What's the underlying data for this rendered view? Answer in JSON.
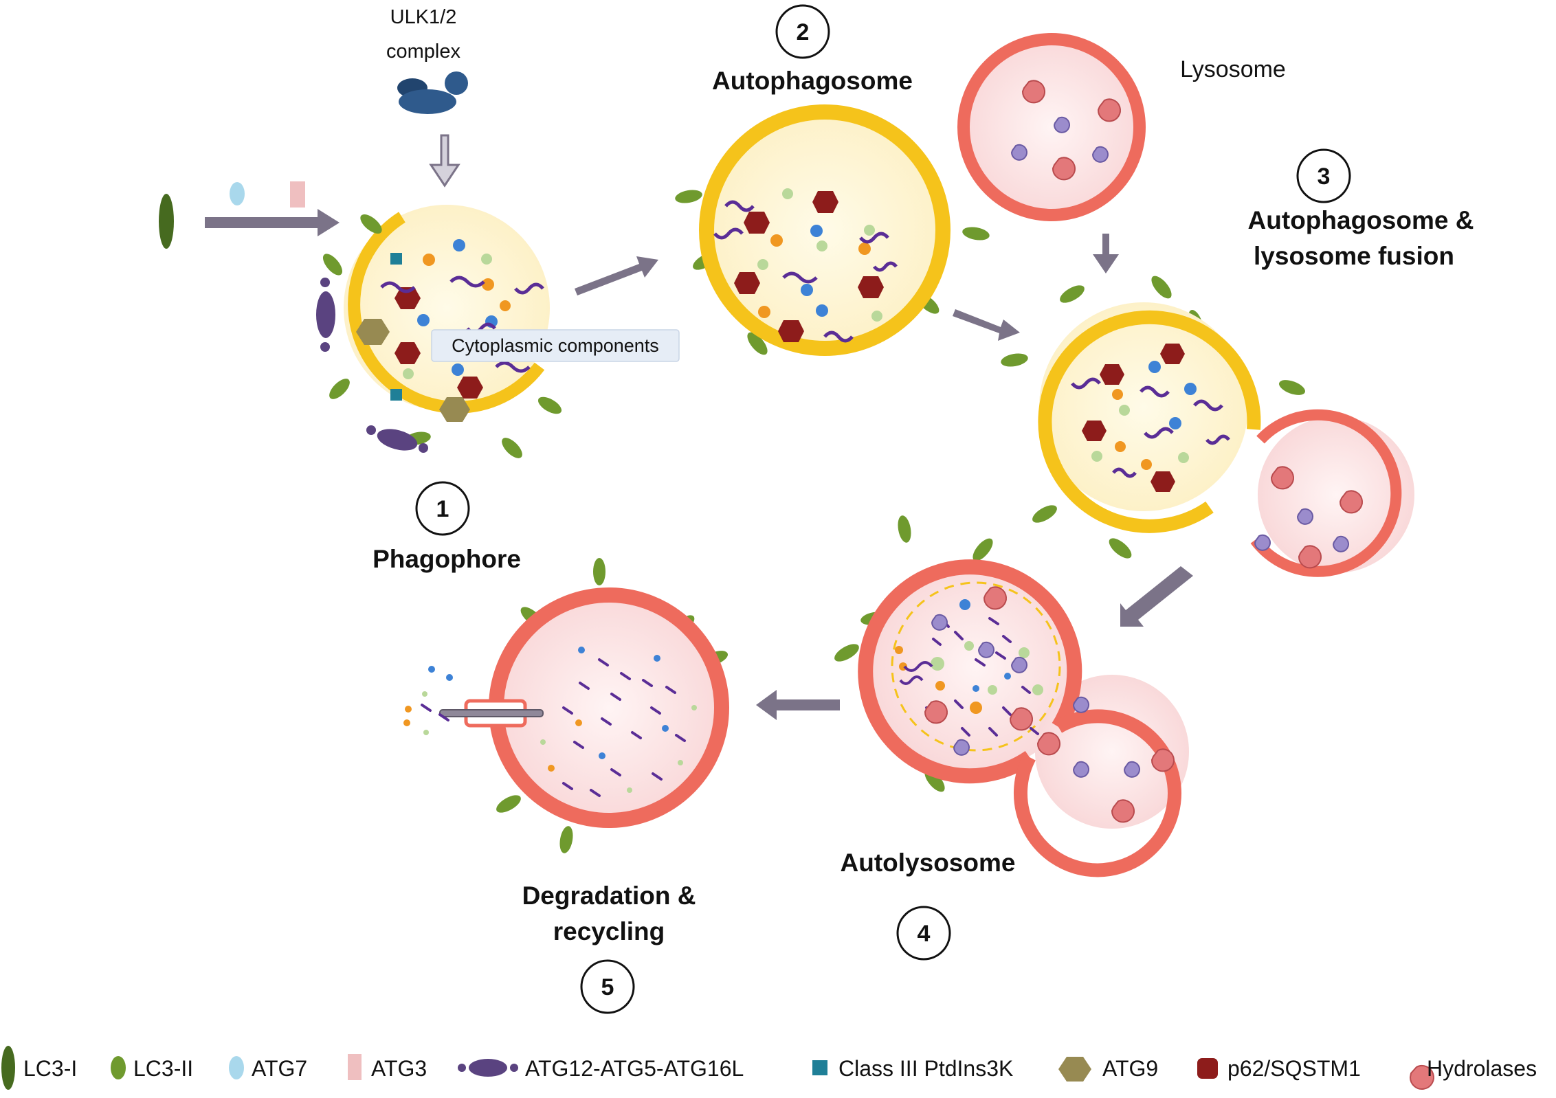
{
  "colors": {
    "autophagosome_membrane": "#f5c31b",
    "lysosome_membrane": "#ee6b5d",
    "lc3_ii": "#6f9a2e",
    "lc3_i": "#466a1f",
    "arrow": "#7b7388",
    "ulk": "#2f5a8c",
    "atg7": "#a9d8ec",
    "atg3": "#efbfc0",
    "atg12_complex": "#5a4380",
    "pi3k": "#1f7f97",
    "atg9": "#978a52",
    "p62": "#8d1c1b",
    "hydrolase": "#e3787a",
    "hydrolase_small": "#9b8ccc"
  },
  "labels": {
    "ulk_line1": "ULK1/2",
    "ulk_line2": "complex",
    "step1_number": "1",
    "step1_name": "Phagophore",
    "step2_number": "2",
    "step2_name": "Autophagosome",
    "lysosome": "Lysosome",
    "step3_number": "3",
    "step3_line1": "Autophagosome &",
    "step3_line2": "lysosome fusion",
    "step4_number": "4",
    "step4_name": "Autolysosome",
    "step5_number": "5",
    "step5_line1": "Degradation &",
    "step5_line2": "recycling",
    "cytoplasmic_components": "Cytoplasmic components"
  },
  "legend": [
    {
      "icon": "lc3-i-icon",
      "label": "LC3-I"
    },
    {
      "icon": "lc3-ii-icon",
      "label": "LC3-II"
    },
    {
      "icon": "atg7-icon",
      "label": "ATG7"
    },
    {
      "icon": "atg3-icon",
      "label": "ATG3"
    },
    {
      "icon": "atg12-complex-icon",
      "label": "ATG12-ATG5-ATG16L"
    },
    {
      "icon": "pi3k-icon",
      "label": "Class III PtdIns3K"
    },
    {
      "icon": "atg9-icon",
      "label": "ATG9"
    },
    {
      "icon": "p62-icon",
      "label": "p62/SQSTM1"
    },
    {
      "icon": "hydrolase-icon",
      "label": "Hydrolases"
    }
  ]
}
